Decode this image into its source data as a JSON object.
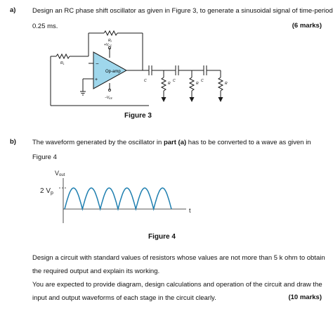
{
  "part_a": {
    "label": "a)",
    "text_line1": "Design an RC phase shift oscillator as given in Figure 3, to generate a sinusoidal signal of time-period",
    "text_line2": "0.25 ms.",
    "marks": "(6 marks)"
  },
  "figure3": {
    "caption": "Figure 3",
    "opamp_label": "Op-amp",
    "rf_label": "R",
    "rf_sub": "f",
    "r1_label": "R",
    "r1_sub": "1",
    "vcc_label": "+V",
    "vcc_sub": "CC",
    "vee_label": "−V",
    "vee_sub": "EE",
    "minus": "−",
    "plus": "+",
    "cap_label": "C",
    "res_label": "R"
  },
  "part_b": {
    "label": "b)",
    "text_pre": "The waveform generated by the oscillator in",
    "text_bold": "part (a)",
    "text_post": "has to be converted to a wave as given in",
    "text_line2": "Figure 4"
  },
  "figure4": {
    "caption": "Figure 4",
    "y_axis_label": "V",
    "y_axis_sub": "out",
    "amplitude_label": "2 V",
    "amplitude_sub": "p",
    "x_axis_label": "t",
    "humps": 6
  },
  "task": {
    "line1": "Design a circuit with standard values of resistors whose values are not more than 5 k ohm to obtain",
    "line2": "the required output and explain its working.",
    "line3": "You are expected to provide diagram, design calculations and operation of the circuit and draw the",
    "line4": "input and output waveforms of each stage in the circuit clearly.",
    "marks": "(10 marks)"
  }
}
